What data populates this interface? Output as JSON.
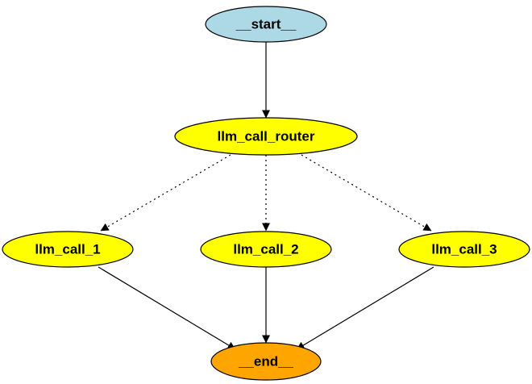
{
  "colors": {
    "start_fill": "#add8e6",
    "step_fill": "#ffff00",
    "end_fill": "#ffa500",
    "stroke": "#000000"
  },
  "nodes": [
    {
      "id": "start",
      "label": "__start__",
      "fill": "#add8e6"
    },
    {
      "id": "router",
      "label": "llm_call_router",
      "fill": "#ffff00"
    },
    {
      "id": "call1",
      "label": "llm_call_1",
      "fill": "#ffff00"
    },
    {
      "id": "call2",
      "label": "llm_call_2",
      "fill": "#ffff00"
    },
    {
      "id": "call3",
      "label": "llm_call_3",
      "fill": "#ffff00"
    },
    {
      "id": "end",
      "label": "__end__",
      "fill": "#ffa500"
    }
  ],
  "edges": [
    {
      "from": "start",
      "to": "router",
      "style": "solid"
    },
    {
      "from": "router",
      "to": "call1",
      "style": "dotted"
    },
    {
      "from": "router",
      "to": "call2",
      "style": "dotted"
    },
    {
      "from": "router",
      "to": "call3",
      "style": "dotted"
    },
    {
      "from": "call1",
      "to": "end",
      "style": "solid"
    },
    {
      "from": "call2",
      "to": "end",
      "style": "solid"
    },
    {
      "from": "call3",
      "to": "end",
      "style": "solid"
    }
  ]
}
